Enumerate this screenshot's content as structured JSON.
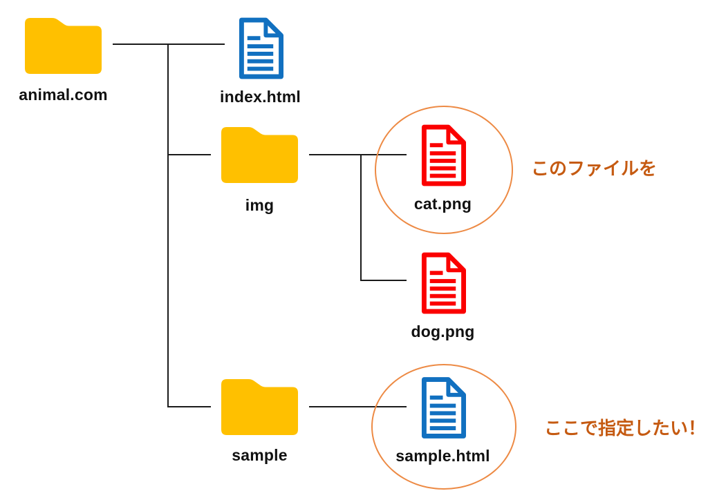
{
  "diagram": {
    "nodes": {
      "root": {
        "label": "animal.com",
        "type": "folder"
      },
      "index_html": {
        "label": "index.html",
        "type": "file-blue"
      },
      "img": {
        "label": "img",
        "type": "folder"
      },
      "cat_png": {
        "label": "cat.png",
        "type": "file-red",
        "circled": true
      },
      "dog_png": {
        "label": "dog.png",
        "type": "file-red"
      },
      "sample": {
        "label": "sample",
        "type": "folder"
      },
      "sample_html": {
        "label": "sample.html",
        "type": "file-blue",
        "circled": true
      }
    },
    "annotations": {
      "cat": {
        "text": "このファイルを"
      },
      "sample": {
        "text": "ここで指定したい！"
      }
    }
  },
  "colors": {
    "folder-fill": "#FFC000",
    "file-blue": "#1170C0",
    "file-red": "#FB0000",
    "circle-stroke": "#ED8A44",
    "annotation-text": "#C55A11",
    "line": "#1a1a1a",
    "label-text": "#111111"
  }
}
